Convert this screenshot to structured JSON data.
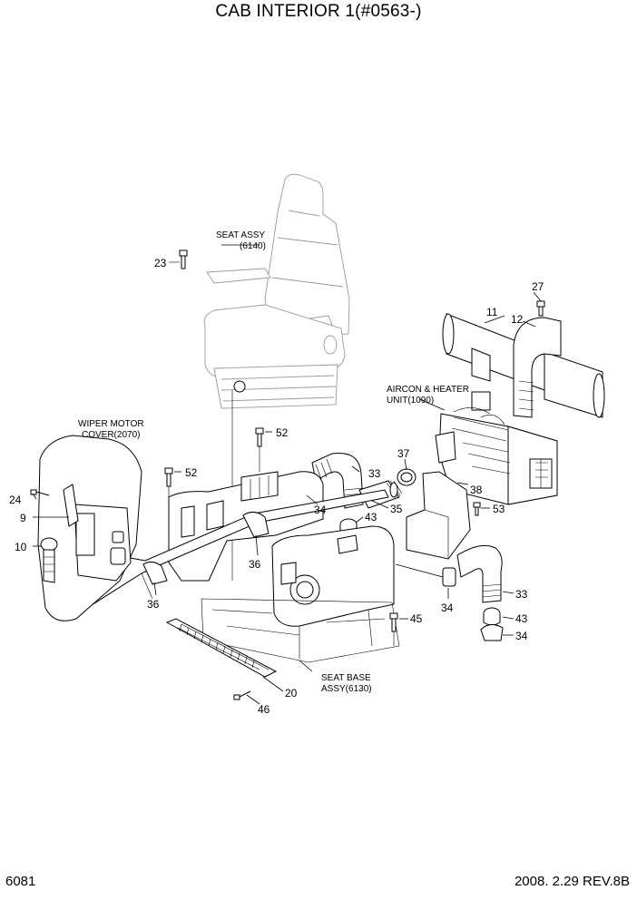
{
  "title": "CAB INTERIOR 1(#0563-)",
  "footer": {
    "page_number": "6081",
    "revision": "2008. 2.29 REV.8B"
  },
  "notes": {
    "seat_assy": [
      "SEAT ASSY",
      "(6140)"
    ],
    "aircon": [
      "AIRCON & HEATER",
      "UNIT(1090)"
    ],
    "wiper_cover": [
      "WIPER MOTOR",
      "COVER(2070)"
    ],
    "seat_base": [
      "SEAT BASE",
      "ASSY(6130)"
    ]
  },
  "callouts": [
    "23",
    "27",
    "11",
    "12",
    "52",
    "52",
    "37",
    "33",
    "34",
    "38",
    "53",
    "24",
    "9",
    "10",
    "43",
    "35",
    "36",
    "36",
    "33",
    "34",
    "43",
    "34",
    "45",
    "20",
    "46"
  ]
}
